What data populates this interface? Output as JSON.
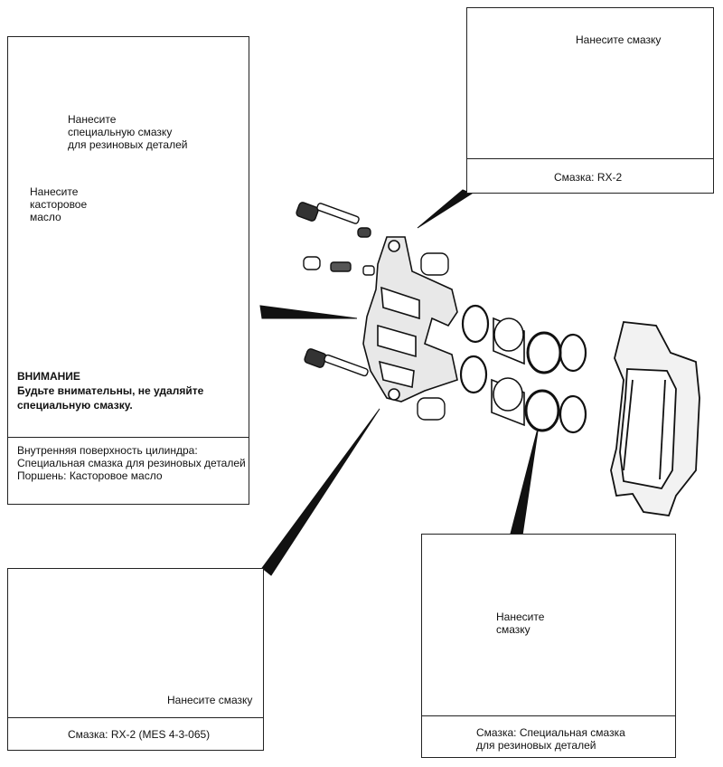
{
  "panel_top_left": {
    "callout_rubber_grease": [
      "Нанесите",
      "специальную смазку",
      "для резиновых деталей"
    ],
    "callout_castor_oil": [
      "Нанесите",
      "касторовое",
      "масло"
    ],
    "caution_title": "ВНИМАНИЕ",
    "caution_text": [
      "Будьте внимательны, не удаляйте",
      "специальную смазку."
    ],
    "footer_lines": [
      "Внутренняя поверхность цилиндра:",
      "Специальная смазка для резиновых деталей",
      "Поршень: Касторовое масло"
    ]
  },
  "panel_top_right": {
    "callout": "Нанесите смазку",
    "footer": "Смазка: RX-2"
  },
  "panel_bottom_left": {
    "callout": "Нанесите смазку",
    "footer": "Смазка: RX-2 (MES 4-3-065)"
  },
  "panel_bottom_right": {
    "callout": [
      "Нанесите",
      "смазку"
    ],
    "footer_lines": [
      "Смазка: Специальная смазка",
      "для резиновых деталей"
    ]
  }
}
